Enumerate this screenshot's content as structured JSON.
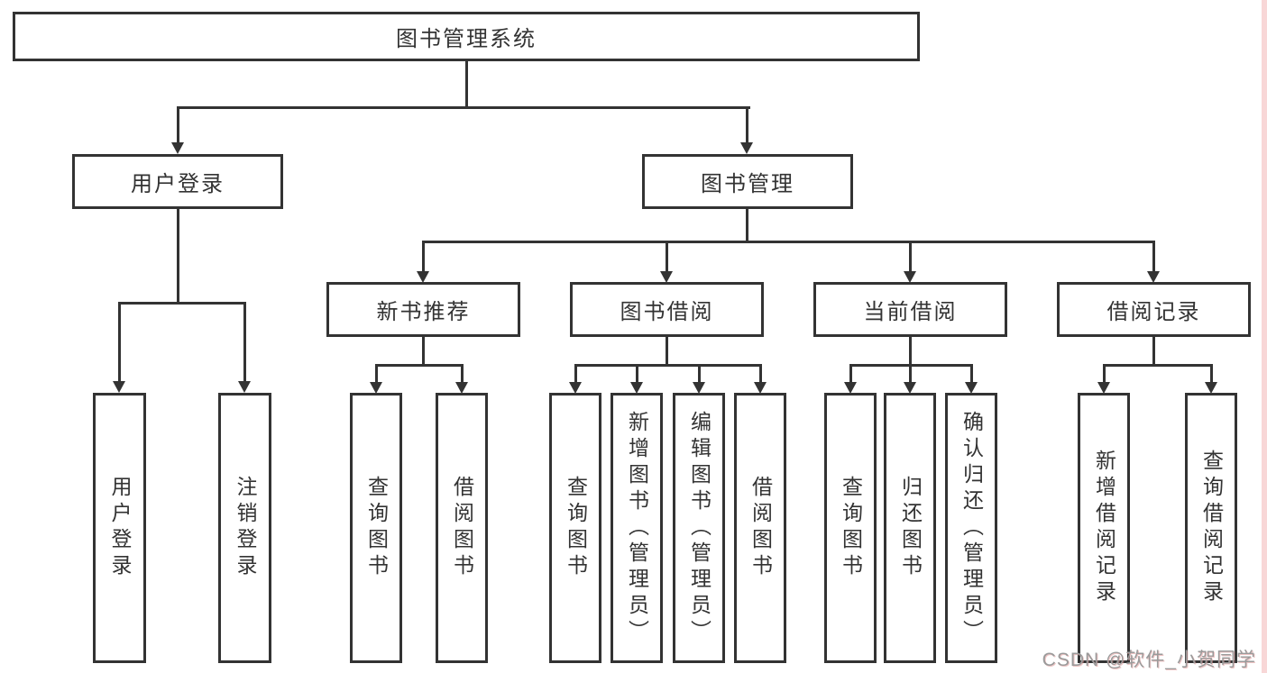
{
  "diagram": {
    "root": {
      "label": "图书管理系统"
    },
    "level2": [
      {
        "label": "用户登录"
      },
      {
        "label": "图书管理"
      }
    ],
    "login_children": [
      {
        "label": "用户登录"
      },
      {
        "label": "注销登录"
      }
    ],
    "level3": [
      {
        "label": "新书推荐"
      },
      {
        "label": "图书借阅"
      },
      {
        "label": "当前借阅"
      },
      {
        "label": "借阅记录"
      }
    ],
    "new_book_children": [
      {
        "label": "查询图书"
      },
      {
        "label": "借阅图书"
      }
    ],
    "borrow_children": [
      {
        "label": "查询图书"
      },
      {
        "label": "新增图书（管理员）"
      },
      {
        "label": "编辑图书（管理员）"
      },
      {
        "label": "借阅图书"
      }
    ],
    "current_children": [
      {
        "label": "查询图书"
      },
      {
        "label": "归还图书"
      },
      {
        "label": "确认归还（管理员）"
      }
    ],
    "record_children": [
      {
        "label": "新增借阅记录"
      },
      {
        "label": "查询借阅记录"
      }
    ]
  },
  "watermark": {
    "text": "CSDN @软件_小贺同学"
  },
  "colors": {
    "line": "#333333",
    "text": "#333333",
    "watermark_gray": "#9a9a9a",
    "edge_stripe_pink": "#f8d7d7"
  }
}
